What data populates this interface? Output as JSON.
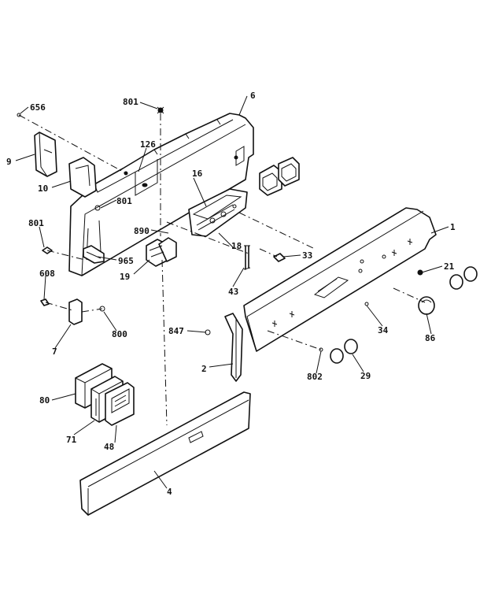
{
  "labels": {
    "l656": "656",
    "l801a": "801",
    "l6": "6",
    "l126": "126",
    "l9": "9",
    "l10": "10",
    "l16": "16",
    "l801b": "801",
    "l801c": "801",
    "l890": "890",
    "l18": "18",
    "l1": "1",
    "l965": "965",
    "l33": "33",
    "l21": "21",
    "l608": "608",
    "l19": "19",
    "l43": "43",
    "l800": "800",
    "l847": "847",
    "l34": "34",
    "l86": "86",
    "l7": "7",
    "l2": "2",
    "l802": "802",
    "l29": "29",
    "l80": "80",
    "l71": "71",
    "l48": "48",
    "l4": "4"
  }
}
